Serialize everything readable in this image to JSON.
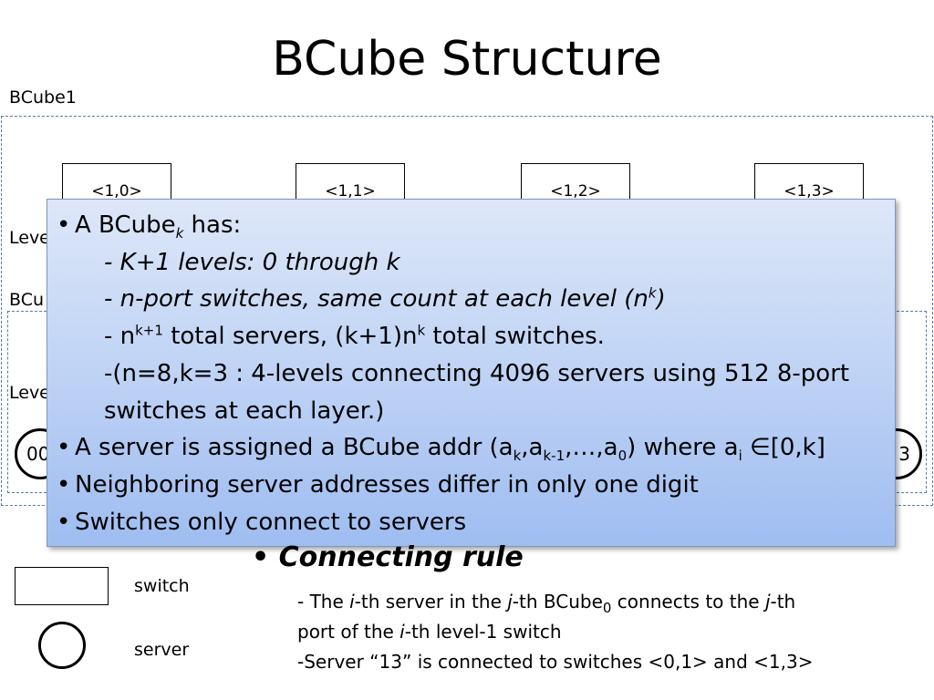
{
  "title": "BCube Structure",
  "labels": {
    "bcube1": "BCube1",
    "level_partial": "Leve",
    "bcube0_partial": "BCu",
    "level_partial2": "Leve"
  },
  "switches": [
    "<1,0>",
    "<1,1>",
    "<1,2>",
    "<1,3>"
  ],
  "servers_partial": {
    "left": "00",
    "right": "3"
  },
  "overlay": {
    "line1_pre": "A BCube",
    "line1_sub": "k",
    "line1_post": " has:",
    "line2": "- K+1 levels: 0 through k",
    "line3_pre": "- n-port switches, same count at each level (n",
    "line3_sup": "k",
    "line3_post": ")",
    "line4_a": "- n",
    "line4_sup1": "k+1",
    "line4_b": " total servers, (k+1)n",
    "line4_sup2": "k",
    "line4_c": " total switches.",
    "line5": "-(n=8,k=3 : 4-levels connecting 4096 servers using 512 8-port",
    "line6": "switches at each layer.)",
    "line7_a": "A server is assigned a BCube addr (a",
    "line7_sub1": "k",
    "line7_b": ",a",
    "line7_sub2": "k-1",
    "line7_c": ",…,a",
    "line7_sub3": "0",
    "line7_d": ") where a",
    "line7_sub4": "i",
    "line7_e": " ∈[0,k]",
    "line8": "Neighboring server addresses differ in only one digit",
    "line9": "Switches only connect to servers"
  },
  "legend": {
    "switch": "switch",
    "server": "server"
  },
  "rule": {
    "title": "Connecting rule",
    "p1_a": "- The ",
    "p1_i": "i",
    "p1_b": "-th server in the ",
    "p1_j": "j",
    "p1_c": "-th BCube",
    "p1_sub": "0",
    "p1_d": " connects to the ",
    "p1_j2": "j",
    "p1_e": "-th",
    "p2_a": "port of the ",
    "p2_i": "i",
    "p2_b": "-th level-1 switch",
    "p3": "-Server “13” is connected to switches <0,1> and <1,3>"
  },
  "colors": {
    "dash": "#5a7ca8",
    "overlay_top": "#dde7f8",
    "overlay_bottom": "#9fbdf1"
  }
}
